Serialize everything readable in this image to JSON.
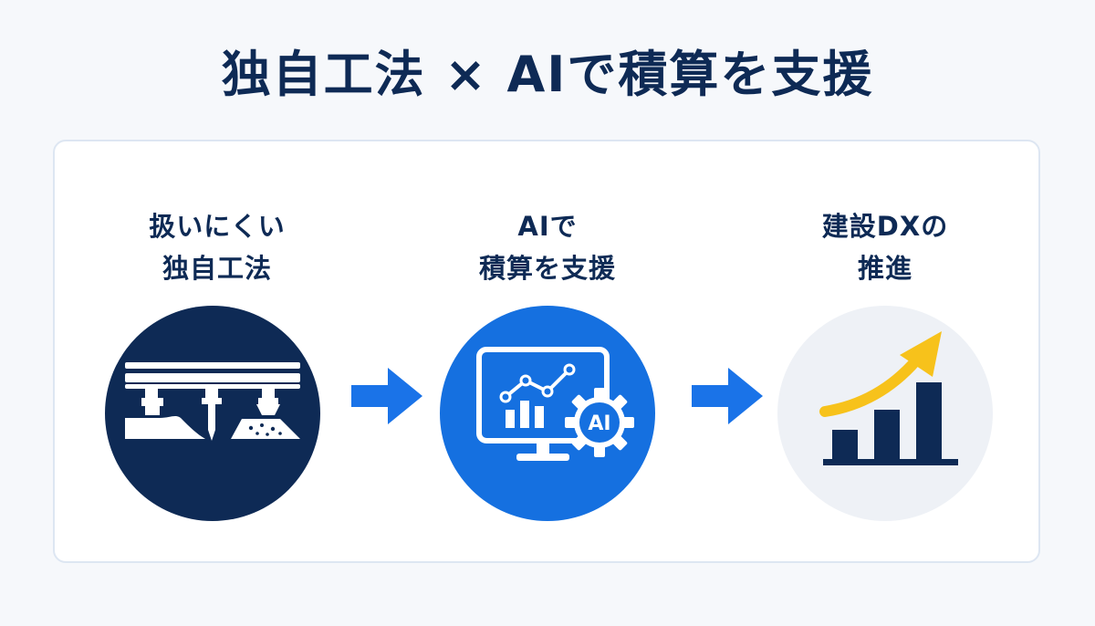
{
  "title": "独自工法 × AIで積算を支援",
  "colors": {
    "navy": "#0e2a55",
    "blue": "#1570e0",
    "arrow_blue": "#1a73e8",
    "yellow": "#f7c21b",
    "light_circle": "#eef1f6"
  },
  "steps": [
    {
      "label_line1": "扱いにくい",
      "label_line2": "独自工法",
      "icon": "construction-machinery-icon"
    },
    {
      "label_line1": "AIで",
      "label_line2": "積算を支援",
      "icon": "monitor-chart-ai-gear-icon",
      "badge_text": "AI"
    },
    {
      "label_line1": "建設DXの",
      "label_line2": "推進",
      "icon": "growth-chart-arrow-icon"
    }
  ],
  "connectors": [
    {
      "icon": "right-arrow-icon"
    },
    {
      "icon": "right-arrow-icon"
    }
  ]
}
